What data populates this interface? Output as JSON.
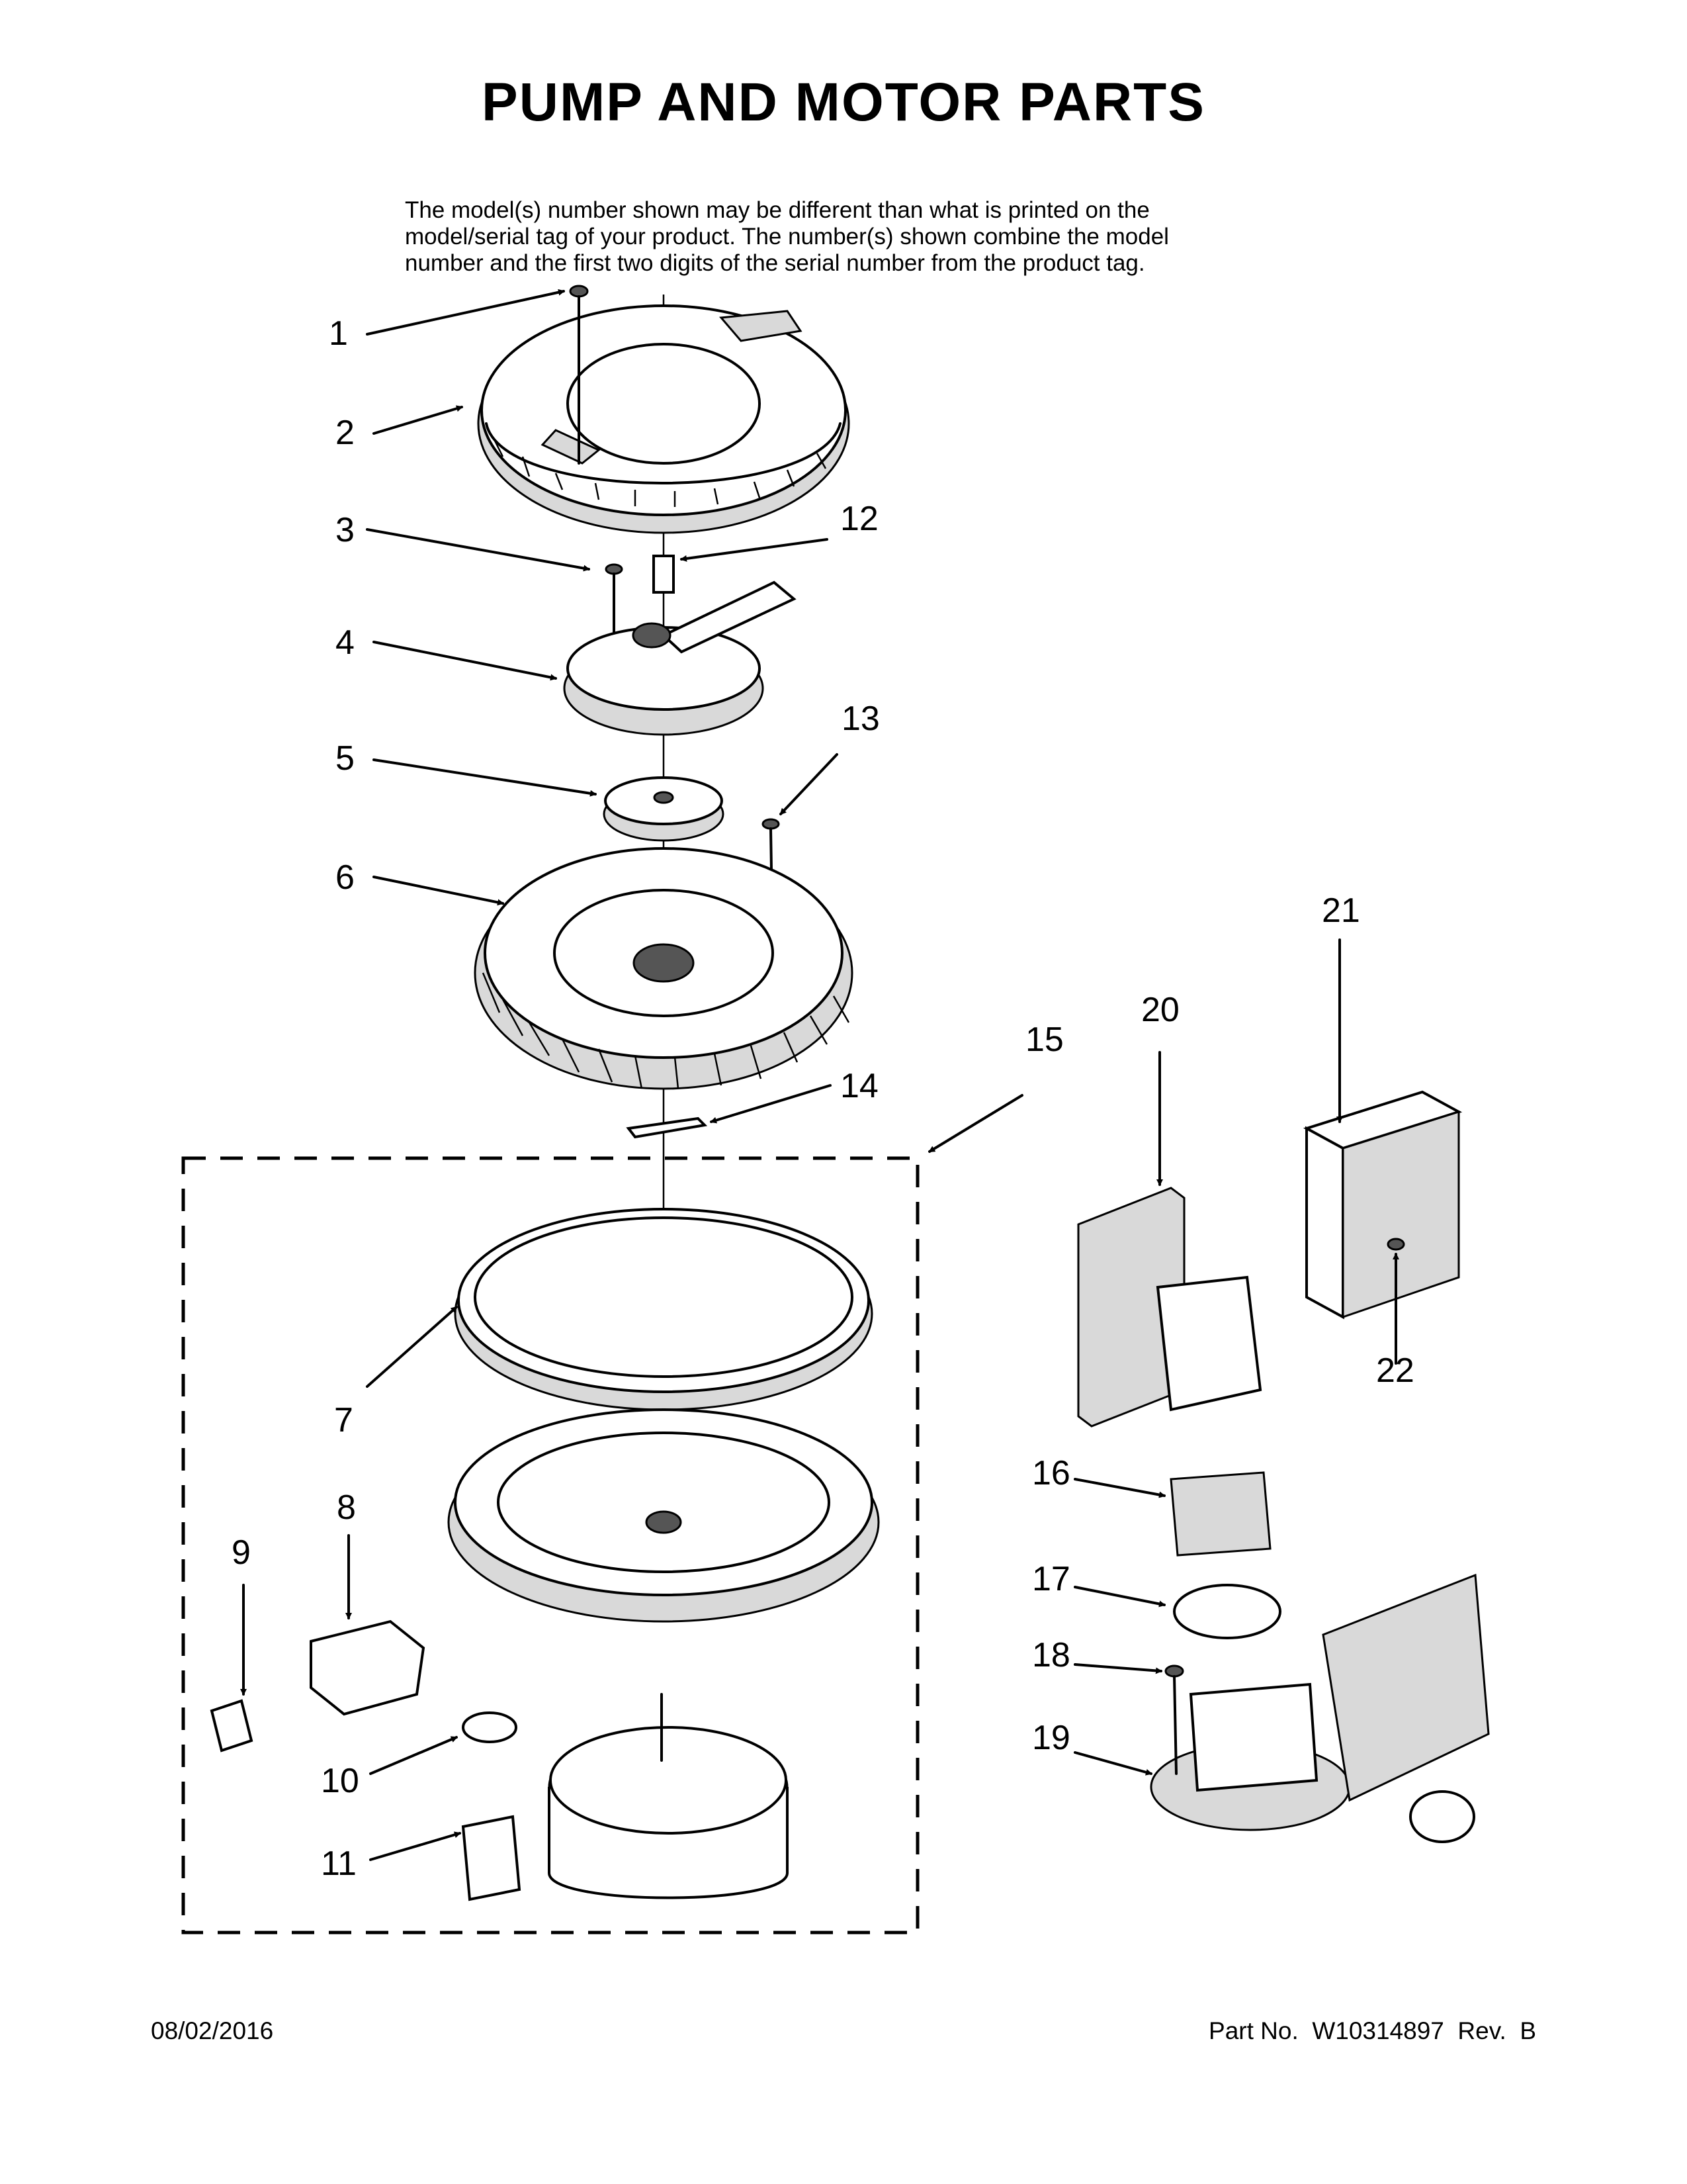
{
  "title": "PUMP AND MOTOR PARTS",
  "note_lines": [
    "The model(s) number shown may be different than what is printed on the",
    "model/serial tag of your product. The number(s) shown combine the model",
    "number and the first two digits of the serial number from the product tag."
  ],
  "footer": {
    "date": "08/02/2016",
    "part_number": "Part No.  W10314897  Rev.  B"
  },
  "callouts": {
    "c1": "1",
    "c2": "2",
    "c3": "3",
    "c4": "4",
    "c5": "5",
    "c6": "6",
    "c7": "7",
    "c8": "8",
    "c9": "9",
    "c10": "10",
    "c11": "11",
    "c12": "12",
    "c13": "13",
    "c14": "14",
    "c15": "15",
    "c16": "16",
    "c17": "17",
    "c18": "18",
    "c19": "19",
    "c20": "20",
    "c21": "21",
    "c22": "22"
  }
}
